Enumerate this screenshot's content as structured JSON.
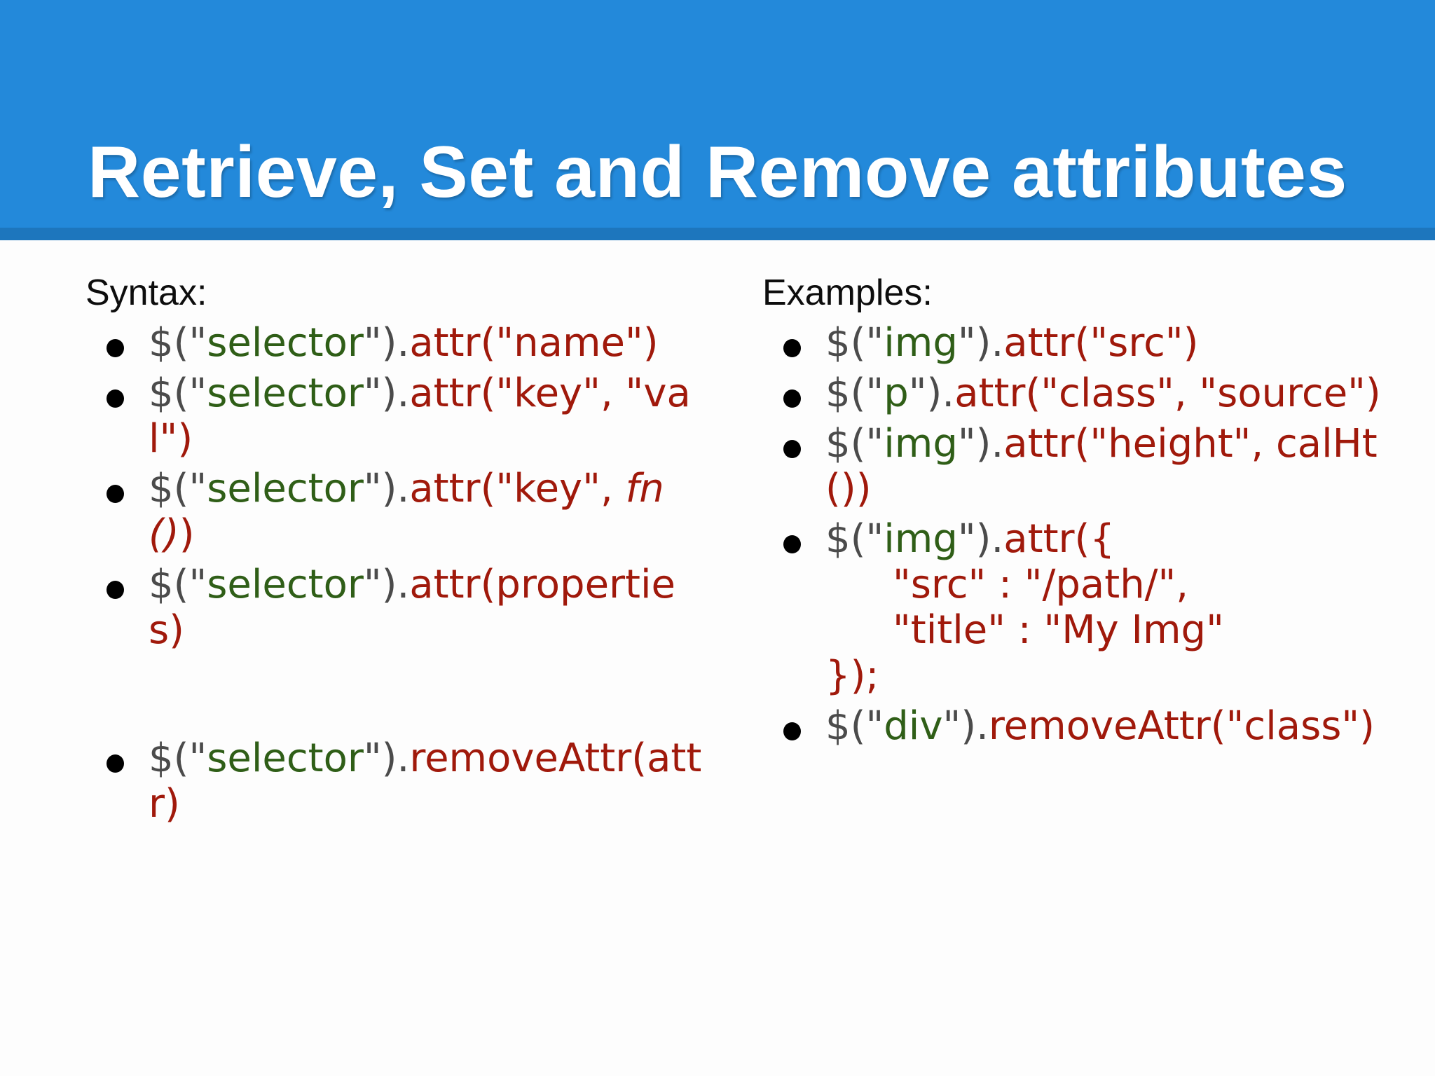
{
  "slide": {
    "title": "Retrieve, Set and Remove attributes",
    "header_color": "#2389da",
    "header_underline_color": "#1d76bd",
    "background_color": "#fdfdfd",
    "token_colors": {
      "jquery_call": "#4b4b4b",
      "selector": "#2f5e17",
      "method": "#a0190b",
      "heading": "#0d0d0d",
      "bullet": "#000000",
      "title_text": "#ffffff"
    }
  },
  "syntax": {
    "heading": "Syntax:",
    "items": [
      {
        "jq_open": "$(\"",
        "selector": "selector",
        "jq_close": "\").",
        "method": "attr(\"name\")"
      },
      {
        "jq_open": "$(\"",
        "selector": "selector",
        "jq_close": "\").",
        "method": "attr(\"key\", \"val\")"
      },
      {
        "jq_open": "$(\"",
        "selector": "selector",
        "jq_close": "\").",
        "method_pre": "attr(\"key\", ",
        "method_italic": "fn()",
        "method_post": ")"
      },
      {
        "jq_open": "$(\"",
        "selector": "selector",
        "jq_close": "\").",
        "method": "attr(properties)"
      },
      {
        "jq_open": "$(\"",
        "selector": "selector",
        "jq_close": "\").",
        "method": "removeAttr(attr)"
      }
    ]
  },
  "examples": {
    "heading": "Examples:",
    "items": [
      {
        "jq_open": "$(\"",
        "selector": "img",
        "jq_close": "\").",
        "method": "attr(\"src\")"
      },
      {
        "jq_open": "$(\"",
        "selector": "p",
        "jq_close": "\").",
        "method": "attr(\"class\", \"source\")"
      },
      {
        "jq_open": "$(\"",
        "selector": "img",
        "jq_close": "\").",
        "method": "attr(\"height\", calHt())"
      },
      {
        "jq_open": "$(\"",
        "selector": "img",
        "jq_close": "\").",
        "method_pre": "attr({",
        "object_lines": [
          "\"src\" : \"/path/\",",
          "\"title\" : \"My Img\""
        ],
        "method_post": "});"
      },
      {
        "jq_open": "$(\"",
        "selector": "div",
        "jq_close": "\").",
        "method": "removeAttr(\"class\")"
      }
    ]
  }
}
